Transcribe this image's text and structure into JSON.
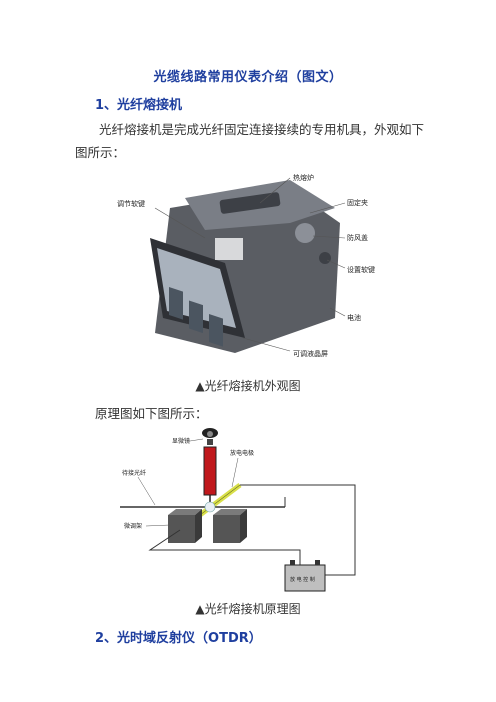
{
  "document": {
    "title": "光缆线路常用仪表介绍（图文）",
    "section1_heading": "1、光纤熔接机",
    "section1_paragraph": "光纤熔接机是完成光纤固定连接接续的专用机具，外观如下图所示：",
    "figure1": {
      "caption": "▲光纤熔接机外观图",
      "callouts": [
        "热熔炉",
        "固定夹",
        "调节软键",
        "防风盖",
        "设置软键",
        "电池",
        "可调液晶屏"
      ]
    },
    "principle_intro": "原理图如下图所示：",
    "figure2": {
      "caption": "▲光纤熔接机原理图",
      "labels": [
        "显微镜",
        "放电电极",
        "待接光纤",
        "微调架",
        "放 电 控 制"
      ]
    },
    "section2_heading": "2、光时域反射仪（OTDR）"
  },
  "colors": {
    "heading": "#1f3f9f",
    "text": "#333333",
    "electrode": "#c0181c",
    "beam": "#d9e04a"
  }
}
